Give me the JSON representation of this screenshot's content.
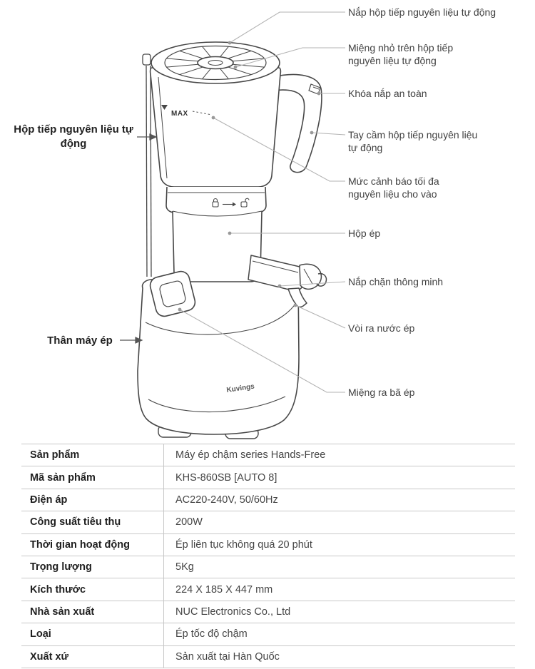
{
  "diagram": {
    "brand": "Kuvings",
    "max_label": "MAX",
    "left_labels": [
      {
        "label": "Hộp tiếp nguyên liệu tự động"
      },
      {
        "label": "Thân máy ép"
      }
    ],
    "callouts": [
      {
        "label": "Nắp hộp tiếp nguyên liệu tự động"
      },
      {
        "label": "Miệng nhỏ trên hộp tiếp nguyên liệu tự động"
      },
      {
        "label": "Khóa nắp an toàn"
      },
      {
        "label": "Tay cầm hộp tiếp nguyên liệu tự động"
      },
      {
        "label": "Mức cảnh báo tối đa nguyên liệu cho vào"
      },
      {
        "label": "Hộp ép"
      },
      {
        "label": "Nắp chặn thông minh"
      },
      {
        "label": "Vòi ra nước ép"
      },
      {
        "label": "Miệng ra bã ép"
      }
    ]
  },
  "table": {
    "rows": [
      {
        "label": "Sản phẩm",
        "value": "Máy ép chậm series Hands-Free"
      },
      {
        "label": "Mã sản phẩm",
        "value": "KHS-860SB [AUTO 8]"
      },
      {
        "label": "Điện áp",
        "value": "AC220-240V, 50/60Hz"
      },
      {
        "label": "Công suất tiêu thụ",
        "value": "200W"
      },
      {
        "label": "Thời gian hoạt động",
        "value": "Ép liên tục không quá 20 phút"
      },
      {
        "label": "Trọng lượng",
        "value": "5Kg"
      },
      {
        "label": "Kích thước",
        "value": "224 X 185 X 447 mm"
      },
      {
        "label": "Nhà sản xuất",
        "value": "NUC Electronics Co., Ltd"
      },
      {
        "label": "Loại",
        "value": "Ép tốc độ chậm"
      },
      {
        "label": "Xuất xứ",
        "value": "Sản xuất tại Hàn Quốc"
      }
    ]
  },
  "colors": {
    "drawing_line": "#474747",
    "leader_line": "#b3b3b3",
    "text": "#3f3f3f",
    "table_border": "#c8c8c8"
  }
}
